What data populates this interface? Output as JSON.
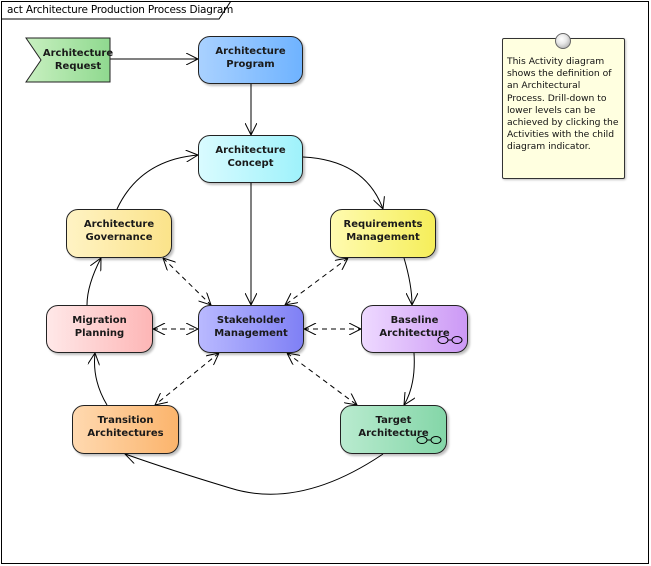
{
  "diagram": {
    "title": "act Architecture Production Process Diagram",
    "note": {
      "text": "This Activity diagram shows the definition of an Architectural Process. Drill-down to lower levels can be achieved by clicking the Activities with the child diagram indicator."
    },
    "signal": {
      "line1": "Architecture",
      "line2": "Request",
      "color": "#8fd98f"
    },
    "nodes": {
      "program": {
        "line1": "Architecture",
        "line2": "Program",
        "color_from": "#a9d1ff",
        "color_to": "#6fb3ff"
      },
      "concept": {
        "line1": "Architecture",
        "line2": "Concept",
        "color_from": "#d9fbff",
        "color_to": "#9ff2fb"
      },
      "governance": {
        "line1": "Architecture",
        "line2": "Governance",
        "color_from": "#fff3c4",
        "color_to": "#fbe38a"
      },
      "requirements": {
        "line1": "Requirements",
        "line2": "Management",
        "color_from": "#fffbb0",
        "color_to": "#f5ee5a"
      },
      "migration": {
        "line1": "Migration Planning",
        "line2": "",
        "color_from": "#ffe8e8",
        "color_to": "#fdb6b6"
      },
      "stakeholder": {
        "line1": "Stakeholder",
        "line2": "Management",
        "color_from": "#b9b9ff",
        "color_to": "#7f80f5"
      },
      "baseline": {
        "line1": "Baseline",
        "line2": "Architecture",
        "color_from": "#eed9ff",
        "color_to": "#cc99f5",
        "child_diagram": true
      },
      "transition": {
        "line1": "Transition",
        "line2": "Architectures",
        "color_from": "#ffd9b0",
        "color_to": "#fbb46c"
      },
      "target": {
        "line1": "Target Architecture",
        "line2": "",
        "color_from": "#b9ebcf",
        "color_to": "#84d6a8",
        "child_diagram": true
      }
    },
    "edges": [
      {
        "from": "Architecture Request",
        "to": "Architecture Program",
        "style": "solid"
      },
      {
        "from": "Architecture Program",
        "to": "Architecture Concept",
        "style": "solid"
      },
      {
        "from": "Architecture Concept",
        "to": "Requirements Management",
        "style": "solid"
      },
      {
        "from": "Requirements Management",
        "to": "Baseline Architecture",
        "style": "solid"
      },
      {
        "from": "Baseline Architecture",
        "to": "Target Architecture",
        "style": "solid"
      },
      {
        "from": "Target Architecture",
        "to": "Transition Architectures",
        "style": "solid"
      },
      {
        "from": "Transition Architectures",
        "to": "Migration Planning",
        "style": "solid"
      },
      {
        "from": "Migration Planning",
        "to": "Architecture Governance",
        "style": "solid"
      },
      {
        "from": "Architecture Governance",
        "to": "Architecture Concept",
        "style": "solid"
      },
      {
        "from": "Architecture Concept",
        "to": "Stakeholder Management",
        "style": "solid"
      },
      {
        "from": "Stakeholder Management",
        "to": "Architecture Governance",
        "style": "dashed-bidirectional"
      },
      {
        "from": "Stakeholder Management",
        "to": "Requirements Management",
        "style": "dashed-bidirectional"
      },
      {
        "from": "Stakeholder Management",
        "to": "Migration Planning",
        "style": "dashed-bidirectional"
      },
      {
        "from": "Stakeholder Management",
        "to": "Baseline Architecture",
        "style": "dashed-bidirectional"
      },
      {
        "from": "Stakeholder Management",
        "to": "Transition Architectures",
        "style": "dashed-bidirectional"
      },
      {
        "from": "Stakeholder Management",
        "to": "Target Architecture",
        "style": "dashed-bidirectional"
      }
    ]
  }
}
